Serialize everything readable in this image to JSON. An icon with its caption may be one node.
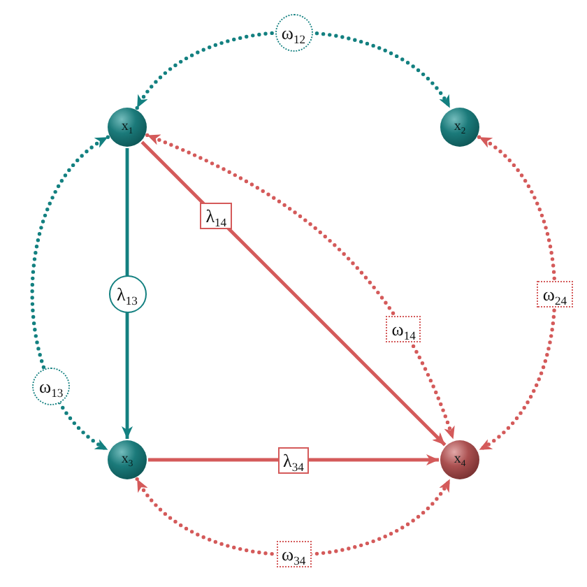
{
  "diagram": {
    "nodes": [
      {
        "text": [
          "x$_{1}$"
        ]
      },
      {
        "text": [
          "x$_{2}$"
        ]
      },
      {
        "text": [
          "x$_{3}$"
        ]
      },
      {
        "text": [
          "x$_{4}$"
        ]
      }
    ],
    "edges": [
      {
        "from": 0,
        "to": 1,
        "arrow": "both",
        "label": "ω$_{12}$",
        "style": "dashed",
        "color": "#138080"
      },
      {
        "from": 0,
        "to": 2,
        "arrow": "both",
        "label": "ω$_{13}$",
        "style": "dashed",
        "color": "#138080"
      },
      {
        "from": 0,
        "to": 2,
        "arrow": "to",
        "label": "λ$_{13}$",
        "color": "#138080"
      },
      {
        "from": 0,
        "to": 3,
        "arrow": "to",
        "label": "λ$_{14}$"
      },
      {
        "from": 0,
        "to": 3,
        "arrow": "both",
        "label": "ω$_{14}$",
        "style": "dashed"
      },
      {
        "from": 1,
        "to": 3,
        "arrow": "both",
        "label": "ω$_{24}$",
        "style": "dashed"
      },
      {
        "from": 2,
        "to": 3,
        "arrow": "to",
        "label": "λ$_{34}$"
      },
      {
        "from": 2,
        "to": 3,
        "arrow": "both",
        "label": "ω$_{34}$",
        "style": "dashed"
      }
    ]
  }
}
